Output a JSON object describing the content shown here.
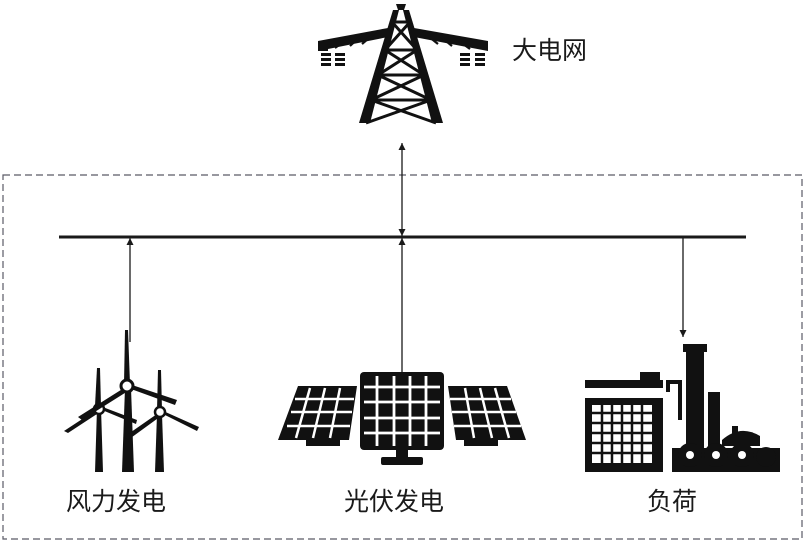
{
  "nodes": {
    "grid": {
      "label": "大电网",
      "icon": "transmission-tower-icon"
    },
    "wind": {
      "label": "风力发电",
      "icon": "wind-turbine-icon"
    },
    "pv": {
      "label": "光伏发电",
      "icon": "solar-panel-icon"
    },
    "load": {
      "label": "负荷",
      "icon": "factory-icon"
    }
  },
  "colors": {
    "line": "#1a1a1a",
    "boundary": "#5a5a66",
    "icon": "#111111"
  }
}
